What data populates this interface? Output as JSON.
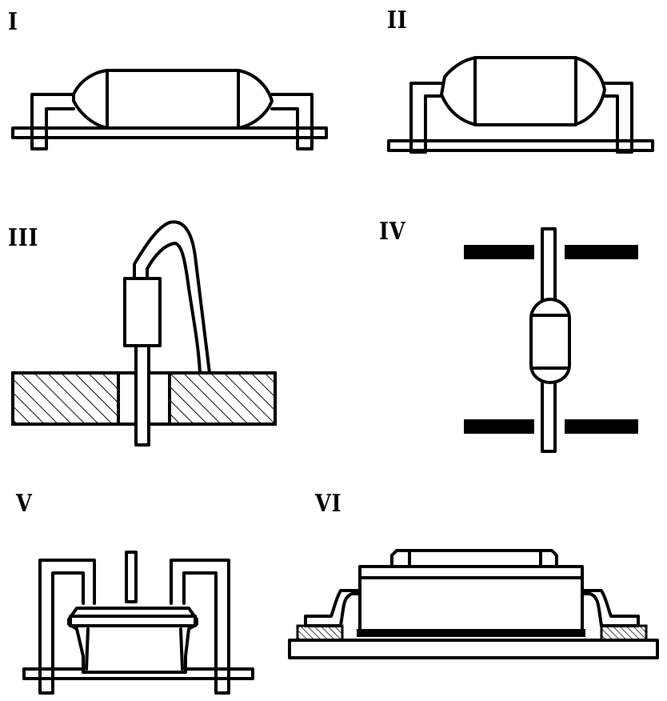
{
  "figures": [
    {
      "id": "I",
      "label": "I"
    },
    {
      "id": "II",
      "label": "II"
    },
    {
      "id": "III",
      "label": "III"
    },
    {
      "id": "IV",
      "label": "IV"
    },
    {
      "id": "V",
      "label": "V"
    },
    {
      "id": "VI",
      "label": "VI"
    }
  ]
}
